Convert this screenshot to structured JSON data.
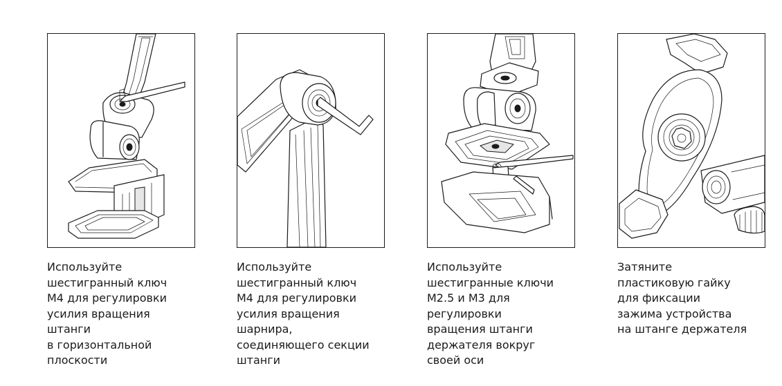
{
  "steps": [
    {
      "illustration_icon": "hex-key-base-adjustment-icon",
      "caption": "Используйте\nшестигранный ключ\nМ4 для регулировки\nусилия вращения\nштанги\nв горизонтальной\nплоскости"
    },
    {
      "illustration_icon": "hex-key-joint-adjustment-icon",
      "caption": "Используйте\nшестигранный ключ\nМ4 для регулировки\nусилия вращения\nшарнира,\nсоединяющего секции\nштанги"
    },
    {
      "illustration_icon": "hex-keys-holder-rotation-icon",
      "caption": "Используйте\nшестигранные ключи\nМ2.5 и М3 для\nрегулировки\nвращения штанги\nдержателя вокруг\nсвоей оси"
    },
    {
      "illustration_icon": "plastic-nut-tighten-icon",
      "caption": "Затяните\nпластиковую гайку\nдля фиксации\nзажима устройства\nна штанге держателя"
    }
  ]
}
